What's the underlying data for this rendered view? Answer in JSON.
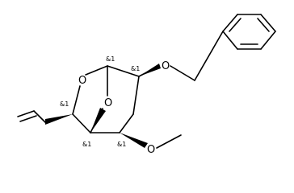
{
  "diagram": {
    "atom_labels": {
      "ring_oxygen": "O",
      "bridge_oxygen": "O",
      "benzyloxy_oxygen": "O",
      "methoxy_oxygen": "O"
    },
    "stereo_labels": {
      "anomeric_carbon": "&1",
      "benzyloxy_carbon": "&1",
      "vinyl_carbon": "&1",
      "bridgehead_carbon": "&1",
      "methoxy_carbon": "&1"
    },
    "colors": {
      "ink": "#000000",
      "background": "#ffffff"
    }
  }
}
